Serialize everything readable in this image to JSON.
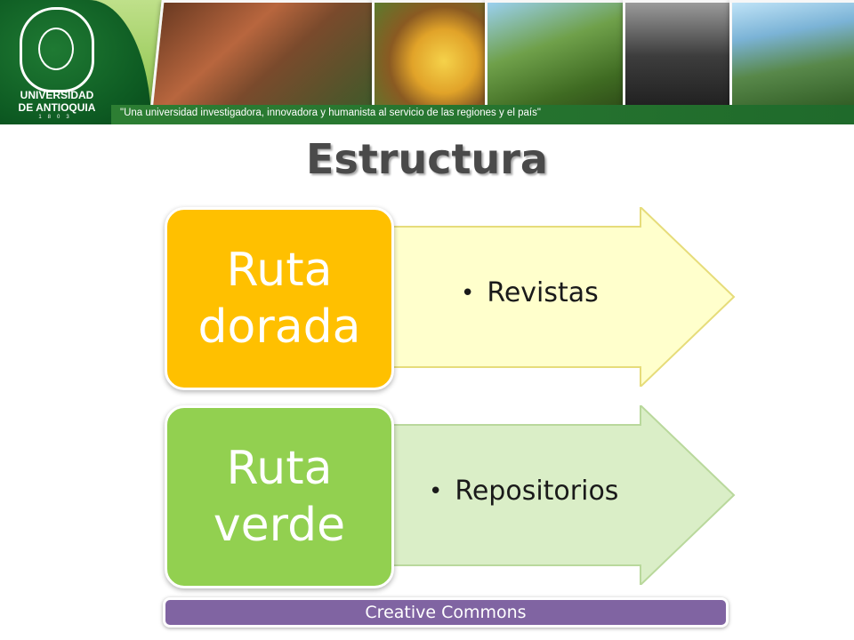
{
  "header": {
    "logo_name": "UNIVERSIDAD\nDE ANTIOQUIA",
    "logo_year": "1803",
    "motto": "\"Una universidad investigadora, innovadora y humanista al servicio de las regiones y el país\""
  },
  "slide": {
    "title": "Estructura",
    "rows": [
      {
        "label": "Ruta\ndorada",
        "item": "Revistas",
        "color": "#ffc000",
        "arrow_color": "#ffffcc"
      },
      {
        "label": "Ruta\nverde",
        "item": "Repositorios",
        "color": "#92d050",
        "arrow_color": "#daeec7"
      }
    ],
    "footer_label": "Creative Commons",
    "footer_color": "#8064a2"
  }
}
